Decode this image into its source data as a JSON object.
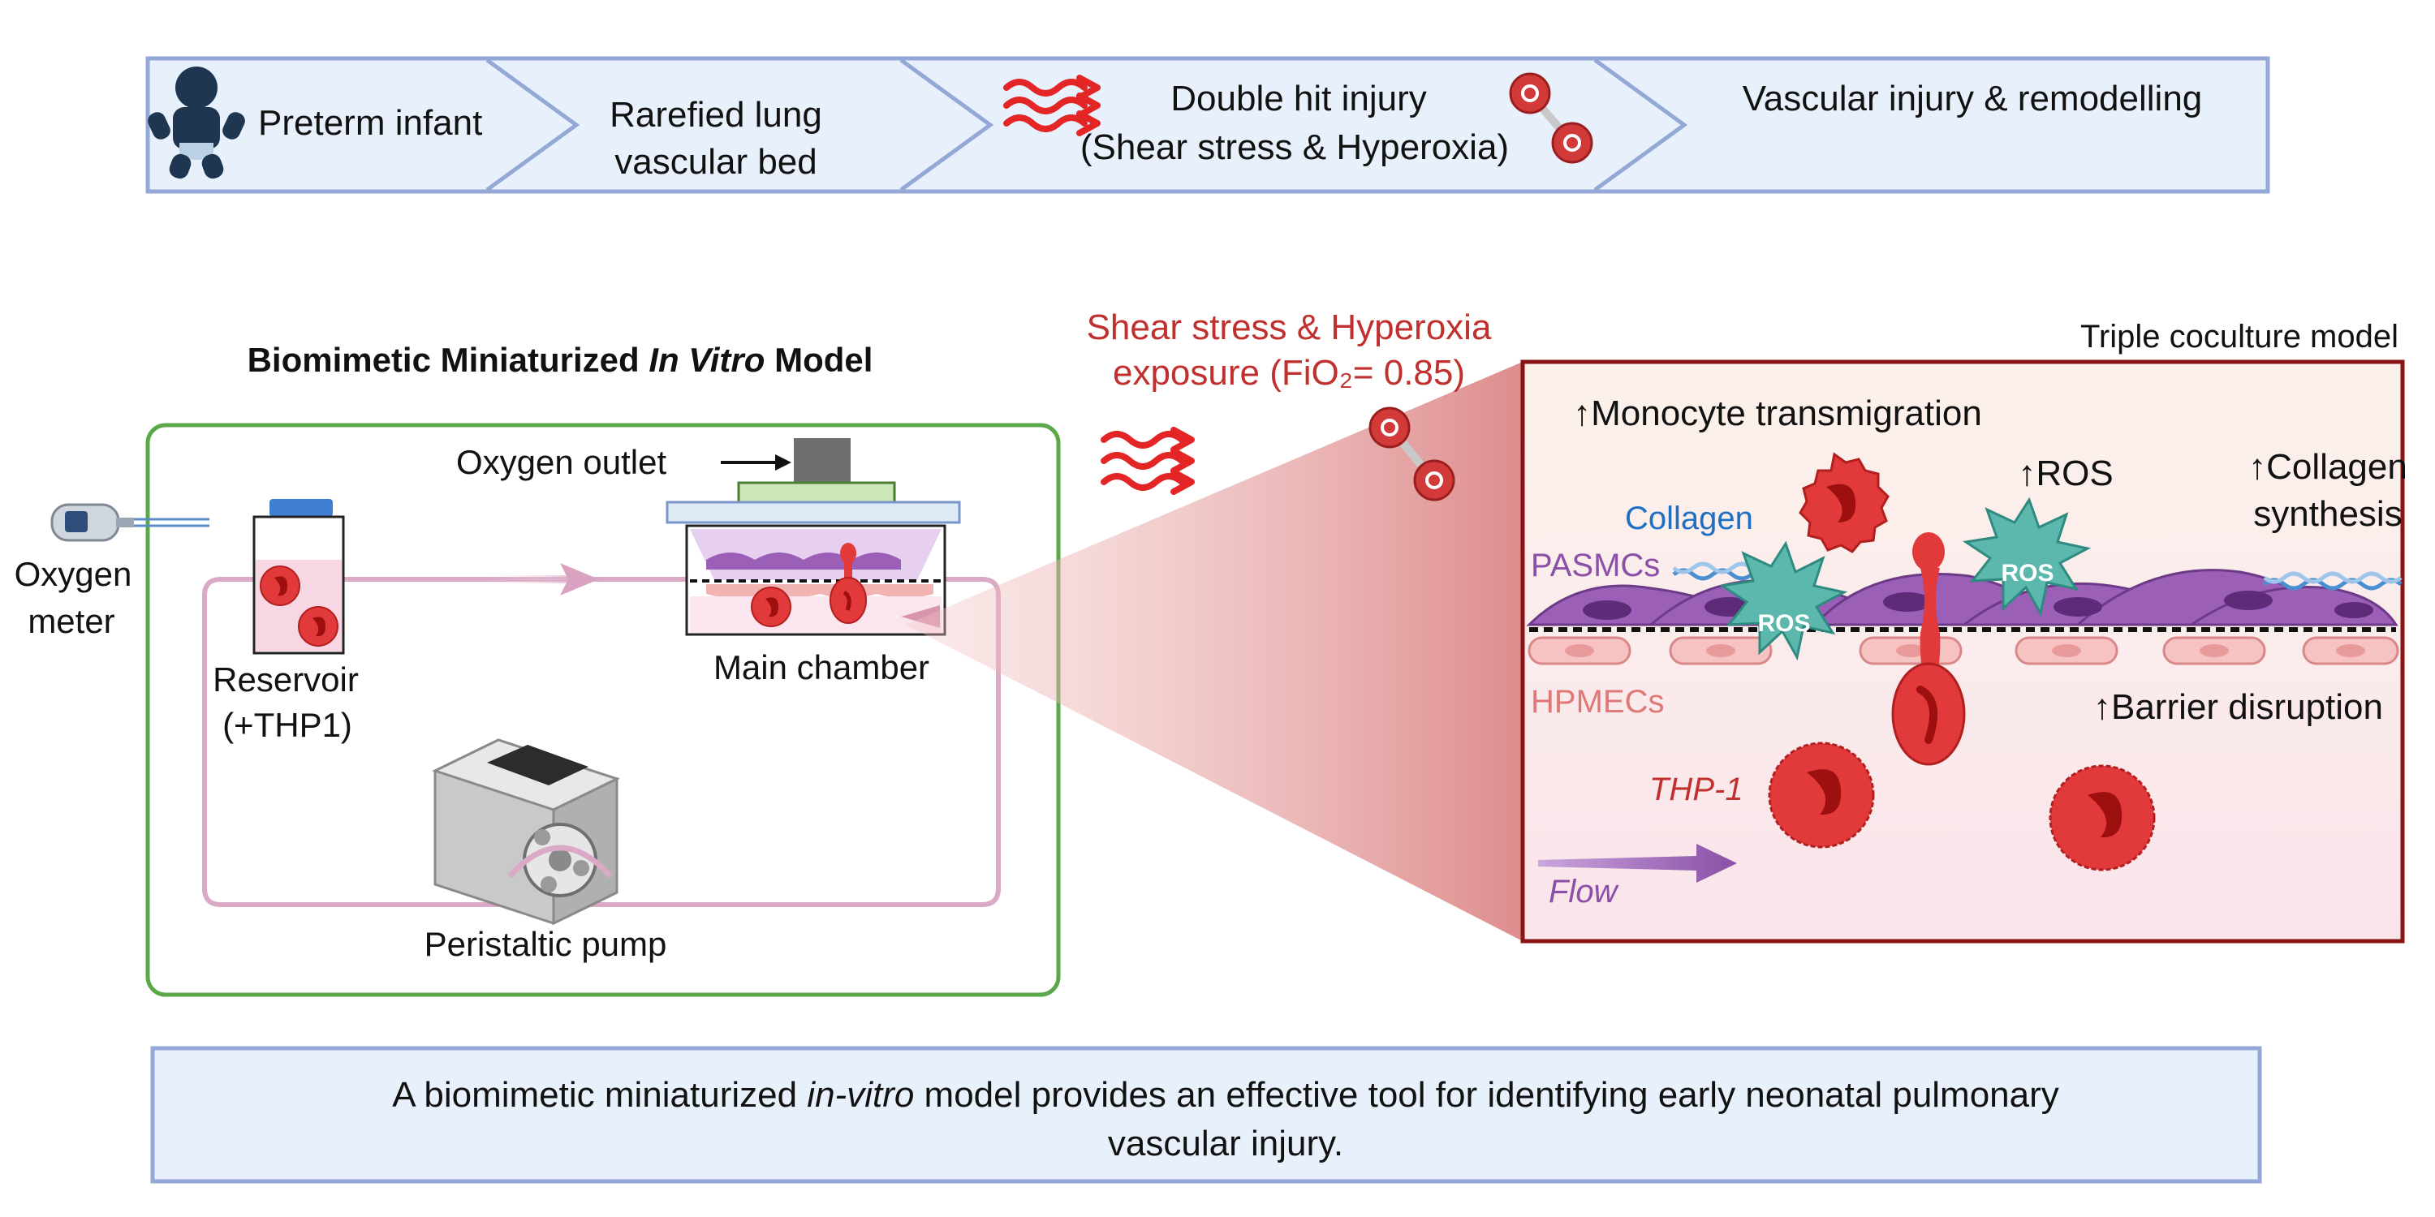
{
  "banner": {
    "steps": [
      "Preterm infant",
      "Rarefied lung",
      "vascular bed",
      "Double hit injury",
      "(Shear stress & Hyperoxia)",
      "Vascular injury & remodelling"
    ]
  },
  "model": {
    "title_part1": "Biomimetic Miniaturized ",
    "title_italic": "In Vitro",
    "title_part3": " Model",
    "oxygen_meter_line1": "Oxygen",
    "oxygen_meter_line2": "meter",
    "oxygen_outlet": "Oxygen outlet",
    "reservoir_line1": "Reservoir",
    "reservoir_line2": "(+THP1)",
    "main_chamber": "Main chamber",
    "pump": "Peristaltic pump"
  },
  "exposure": {
    "line1": "Shear stress & Hyperoxia",
    "line2": "exposure (FiO₂= 0.85)"
  },
  "coculture": {
    "title": "Triple coculture model",
    "monocyte": "↑Monocyte transmigration",
    "ros_up": "↑ROS",
    "collagen_synth_line1": "↑Collagen",
    "collagen_synth_line2": "synthesis",
    "collagen": "Collagen",
    "pasmcs": "PASMCs",
    "hpmecs": "HPMECs",
    "barrier": "↑Barrier disruption",
    "thp1": "THP-1",
    "flow": "Flow",
    "ros_badge": "ROS"
  },
  "conclusion": {
    "part1": "A biomimetic miniaturized ",
    "italic": "in-vitro",
    "part3": " model provides an effective tool for identifying early neonatal pulmonary",
    "line2": "vascular injury."
  },
  "colors": {
    "banner_fill": "#e8f1fb",
    "banner_stroke": "#93a8d6",
    "green_frame": "#5aa84a",
    "red_text": "#c0302e",
    "dark_red_frame": "#8a1414",
    "collagen_blue": "#1f6fc2",
    "pasmc_purple": "#8a4fa6",
    "hpmec_pink": "#e07878",
    "ros_teal": "#5cb8ad",
    "thp1_red": "#e23a3a"
  }
}
